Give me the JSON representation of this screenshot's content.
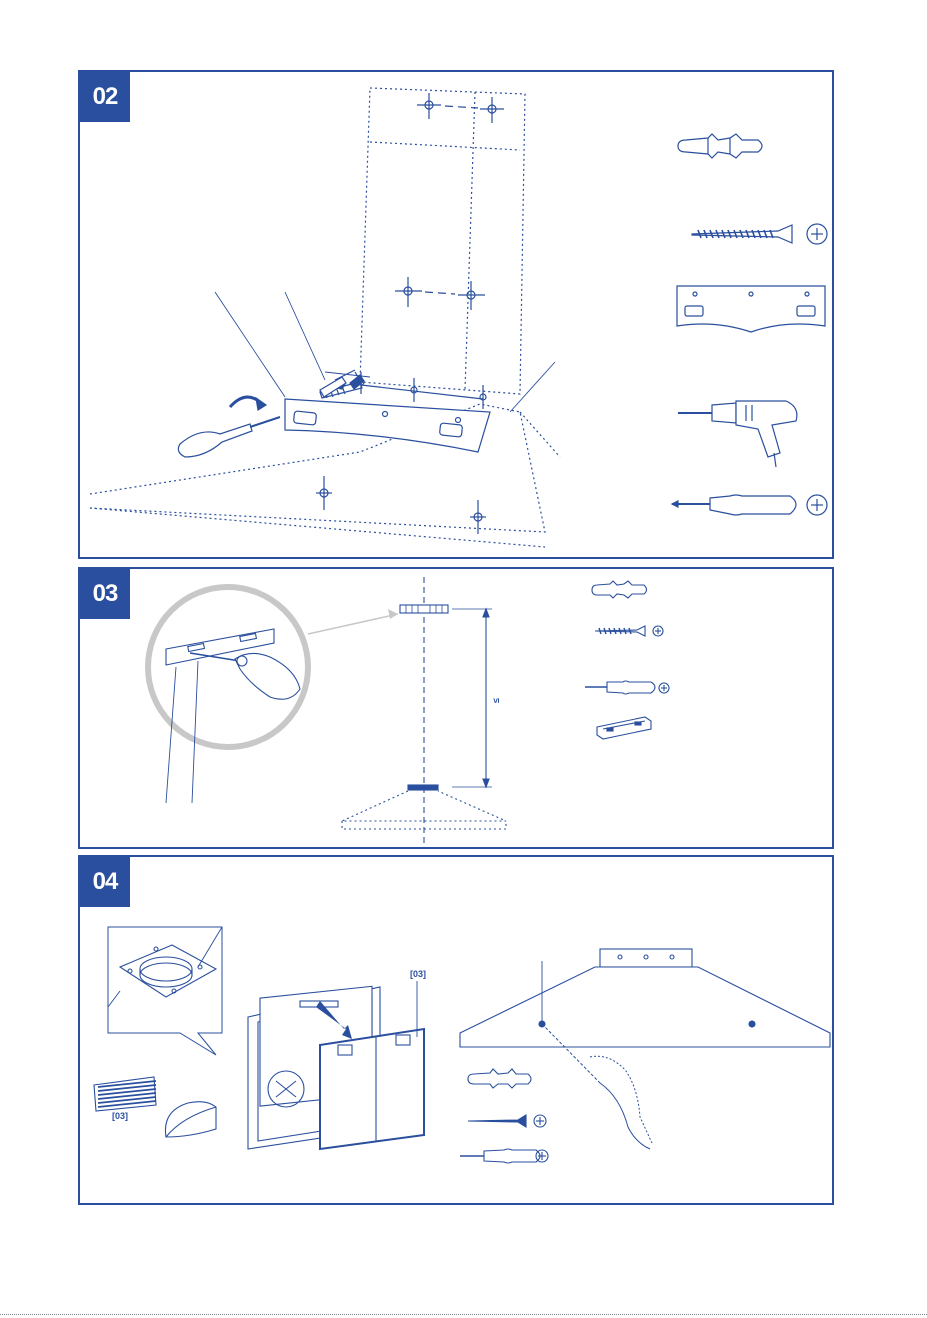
{
  "panels": [
    {
      "id": "panel-02",
      "step": "02"
    },
    {
      "id": "panel-03",
      "step": "03",
      "dimension_symbol": "≤"
    },
    {
      "id": "panel-04",
      "step": "04",
      "filter_ref_top": "[03]",
      "filter_ref_bottom": "[03]"
    }
  ],
  "colors": {
    "accent": "#2a4f9e",
    "stroke": "#2a4f9e",
    "circle": "#c8c8c8"
  },
  "icons": {
    "panel02": [
      "wall-plug-icon",
      "screw-icon",
      "mounting-bracket-icon",
      "drill-icon",
      "screwdriver-icon"
    ],
    "panel03": [
      "wall-plug-icon",
      "screw-icon",
      "screwdriver-icon",
      "bracket-icon"
    ],
    "panel04": [
      "wall-plug-icon",
      "screw-icon",
      "screwdriver-icon"
    ]
  }
}
